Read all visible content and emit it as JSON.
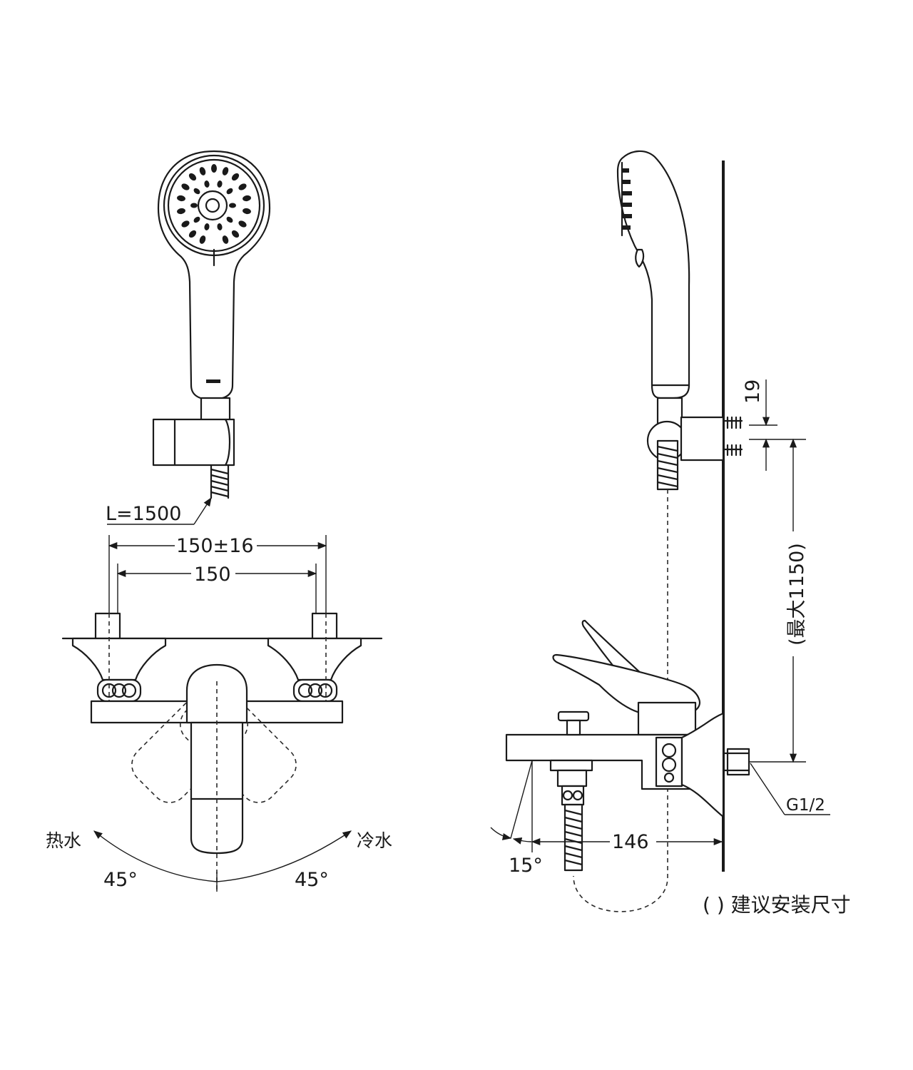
{
  "front_view": {
    "hose_length_label": "L=1500",
    "center_distance_tolerance_label": "150±16",
    "center_distance_label": "150",
    "hot_water_label": "热水",
    "cold_water_label": "冷水",
    "left_angle_label": "45°",
    "right_angle_label": "45°"
  },
  "side_view": {
    "holder_spacing_label": "19",
    "max_height_label": "(最大1150)",
    "outlet_projection_label": "146",
    "spout_angle_label": "15°",
    "connection_thread_label": "G1/2"
  },
  "note": {
    "text": "( ) 建议安装尺寸"
  }
}
